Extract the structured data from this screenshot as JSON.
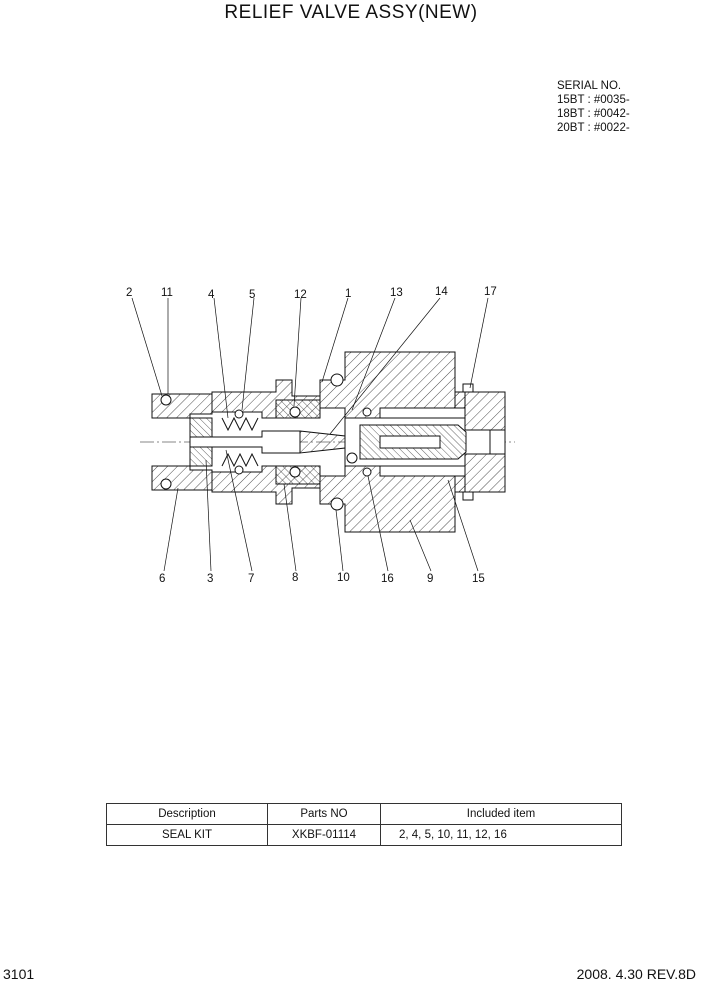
{
  "title": "RELIEF VALVE ASSY(NEW)",
  "serial": {
    "heading": "SERIAL NO.",
    "lines": [
      "15BT : #0035-",
      "18BT : #0042-",
      "20BT : #0022-"
    ]
  },
  "callouts_top": [
    "2",
    "11",
    "4",
    "5",
    "12",
    "1",
    "13",
    "14",
    "17"
  ],
  "callouts_bottom": [
    "6",
    "3",
    "7",
    "8",
    "10",
    "16",
    "9",
    "15"
  ],
  "table": {
    "headers": [
      "Description",
      "Parts NO",
      "Included item"
    ],
    "rows": [
      [
        "SEAL KIT",
        "XKBF-01114",
        "2, 4, 5, 10, 11, 12, 16"
      ]
    ]
  },
  "footer": {
    "page": "3101",
    "date_rev": "2008. 4.30  REV.8D"
  }
}
